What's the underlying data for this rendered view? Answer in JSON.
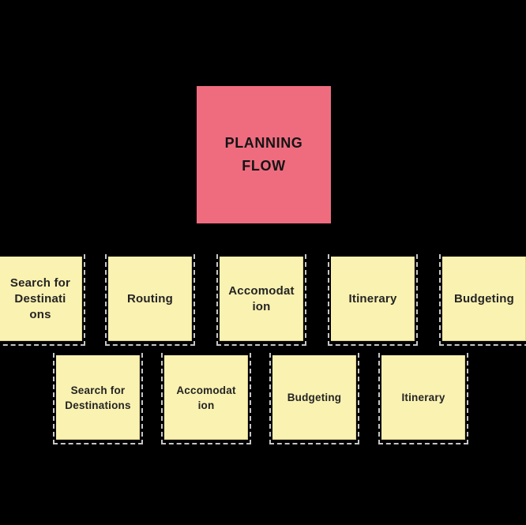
{
  "canvas": {
    "background_color": "#000000"
  },
  "title_card": {
    "label": "PLANNING\nFLOW",
    "fill_color": "#EF6C7F",
    "text_color": "#141414"
  },
  "sticky_notes": {
    "fill_color": "#FAF2B1",
    "text_color": "#242424",
    "outline_color": "#E8E8E8"
  },
  "rows": [
    {
      "notes": [
        {
          "label": "Search for\nDestinati\nons"
        },
        {
          "label": "Routing"
        },
        {
          "label": "Accomodat\nion"
        },
        {
          "label": "Itinerary"
        },
        {
          "label": "Budgeting"
        }
      ]
    },
    {
      "notes": [
        {
          "label": "Search for\nDestinations"
        },
        {
          "label": "Accomodat\nion"
        },
        {
          "label": "Budgeting"
        },
        {
          "label": "Itinerary"
        }
      ]
    }
  ]
}
